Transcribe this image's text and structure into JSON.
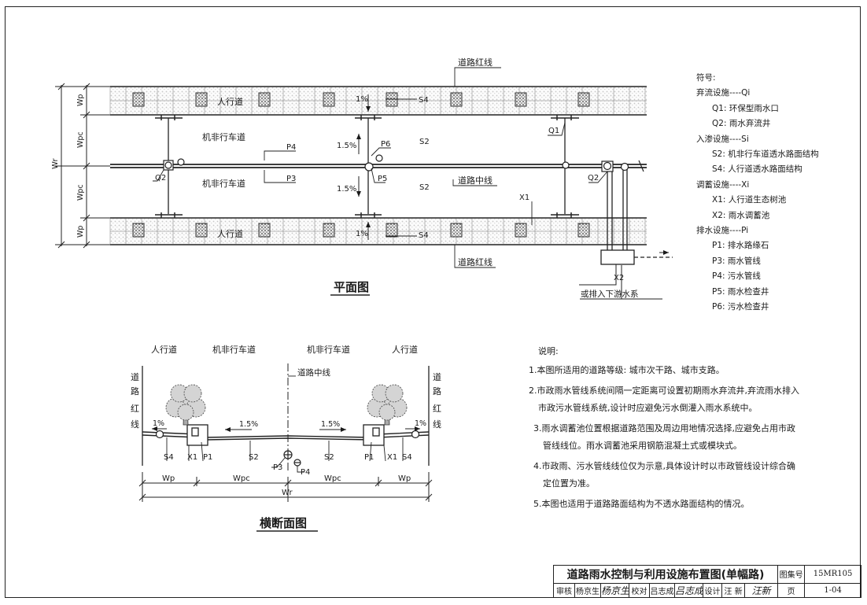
{
  "plan": {
    "title": "平面图",
    "road_red_line_label": "道路红线",
    "centerline_label": "道路中线",
    "sidewalk_label": "人行道",
    "carriageway_label": "机非行车道",
    "dims": {
      "wr": "Wr",
      "wp": "Wp",
      "wpc": "Wpc"
    },
    "slopes": {
      "sidewalk": "1%",
      "carriageway": "1.5%"
    },
    "codes": {
      "q1": "Q1",
      "q2": "Q2",
      "s2": "S2",
      "s4": "S4",
      "p3": "P3",
      "p4": "P4",
      "p5": "P5",
      "p6": "P6",
      "x1": "X1",
      "x2": "X2"
    },
    "downstream_note": "或排入下游水系"
  },
  "section": {
    "title": "横断面图",
    "sidewalk_label": "人行道",
    "carriageway_label": "机非行车道",
    "road_red_line_vertical": [
      "道",
      "路",
      "红",
      "线"
    ],
    "centerline_label": "道路中线",
    "slope_1": "1%",
    "slope_15": "1.5%",
    "codes": {
      "s4": "S4",
      "x1": "X1",
      "p1": "P1",
      "s2": "S2",
      "p3": "P3",
      "p4": "P4"
    },
    "dims": {
      "wp": "Wp",
      "wpc": "Wpc",
      "wr": "Wr"
    }
  },
  "legend": {
    "heading": "符号:",
    "groups": [
      {
        "title": "弃流设施----Qi",
        "items": [
          "Q1: 环保型雨水口",
          "Q2: 雨水弃流井"
        ]
      },
      {
        "title": "入渗设施----Si",
        "items": [
          "S2: 机非行车道透水路面结构",
          "S4: 人行道透水路面结构"
        ]
      },
      {
        "title": "调蓄设施----Xi",
        "items": [
          "X1: 人行道生态树池",
          "X2: 雨水调蓄池"
        ]
      },
      {
        "title": "排水设施----Pi",
        "items": [
          "P1: 排水路缘石",
          "P3: 雨水管线",
          "P4: 污水管线",
          "P5: 雨水检查井",
          "P6: 污水检查井"
        ]
      }
    ]
  },
  "notes": {
    "heading": "说明:",
    "lines": [
      "1.本图所适用的道路等级: 城市次干路、城市支路。",
      "2.市政雨水管线系统间隔一定距离可设置初期雨水弃流井,弃流雨水排入",
      "市政污水管线系统,设计时应避免污水倒灌入雨水系统中。",
      "3.雨水调蓄池位置根据道路范围及周边用地情况选择,应避免占用市政",
      "管线线位。雨水调蓄池采用钢筋混凝土式或模块式。",
      "4.市政雨、污水管线线位仅为示意,具体设计时以市政管线设计综合确",
      "定位置为准。",
      "5.本图也适用于道路路面结构为不透水路面结构的情况。"
    ]
  },
  "title_block": {
    "drawing_title": "道路雨水控制与利用设施布置图(单幅路)",
    "atlas_no_label": "图集号",
    "atlas_no": "15MR105",
    "review_label": "审核",
    "review_name": "杨京生",
    "review_sig": "杨京生",
    "check_label": "校对",
    "check_name": "吕志成",
    "check_sig": "吕志成",
    "design_label": "设计",
    "design_name": "汪 新",
    "design_sig": "汪新",
    "page_label": "页",
    "page_no": "1-04"
  }
}
